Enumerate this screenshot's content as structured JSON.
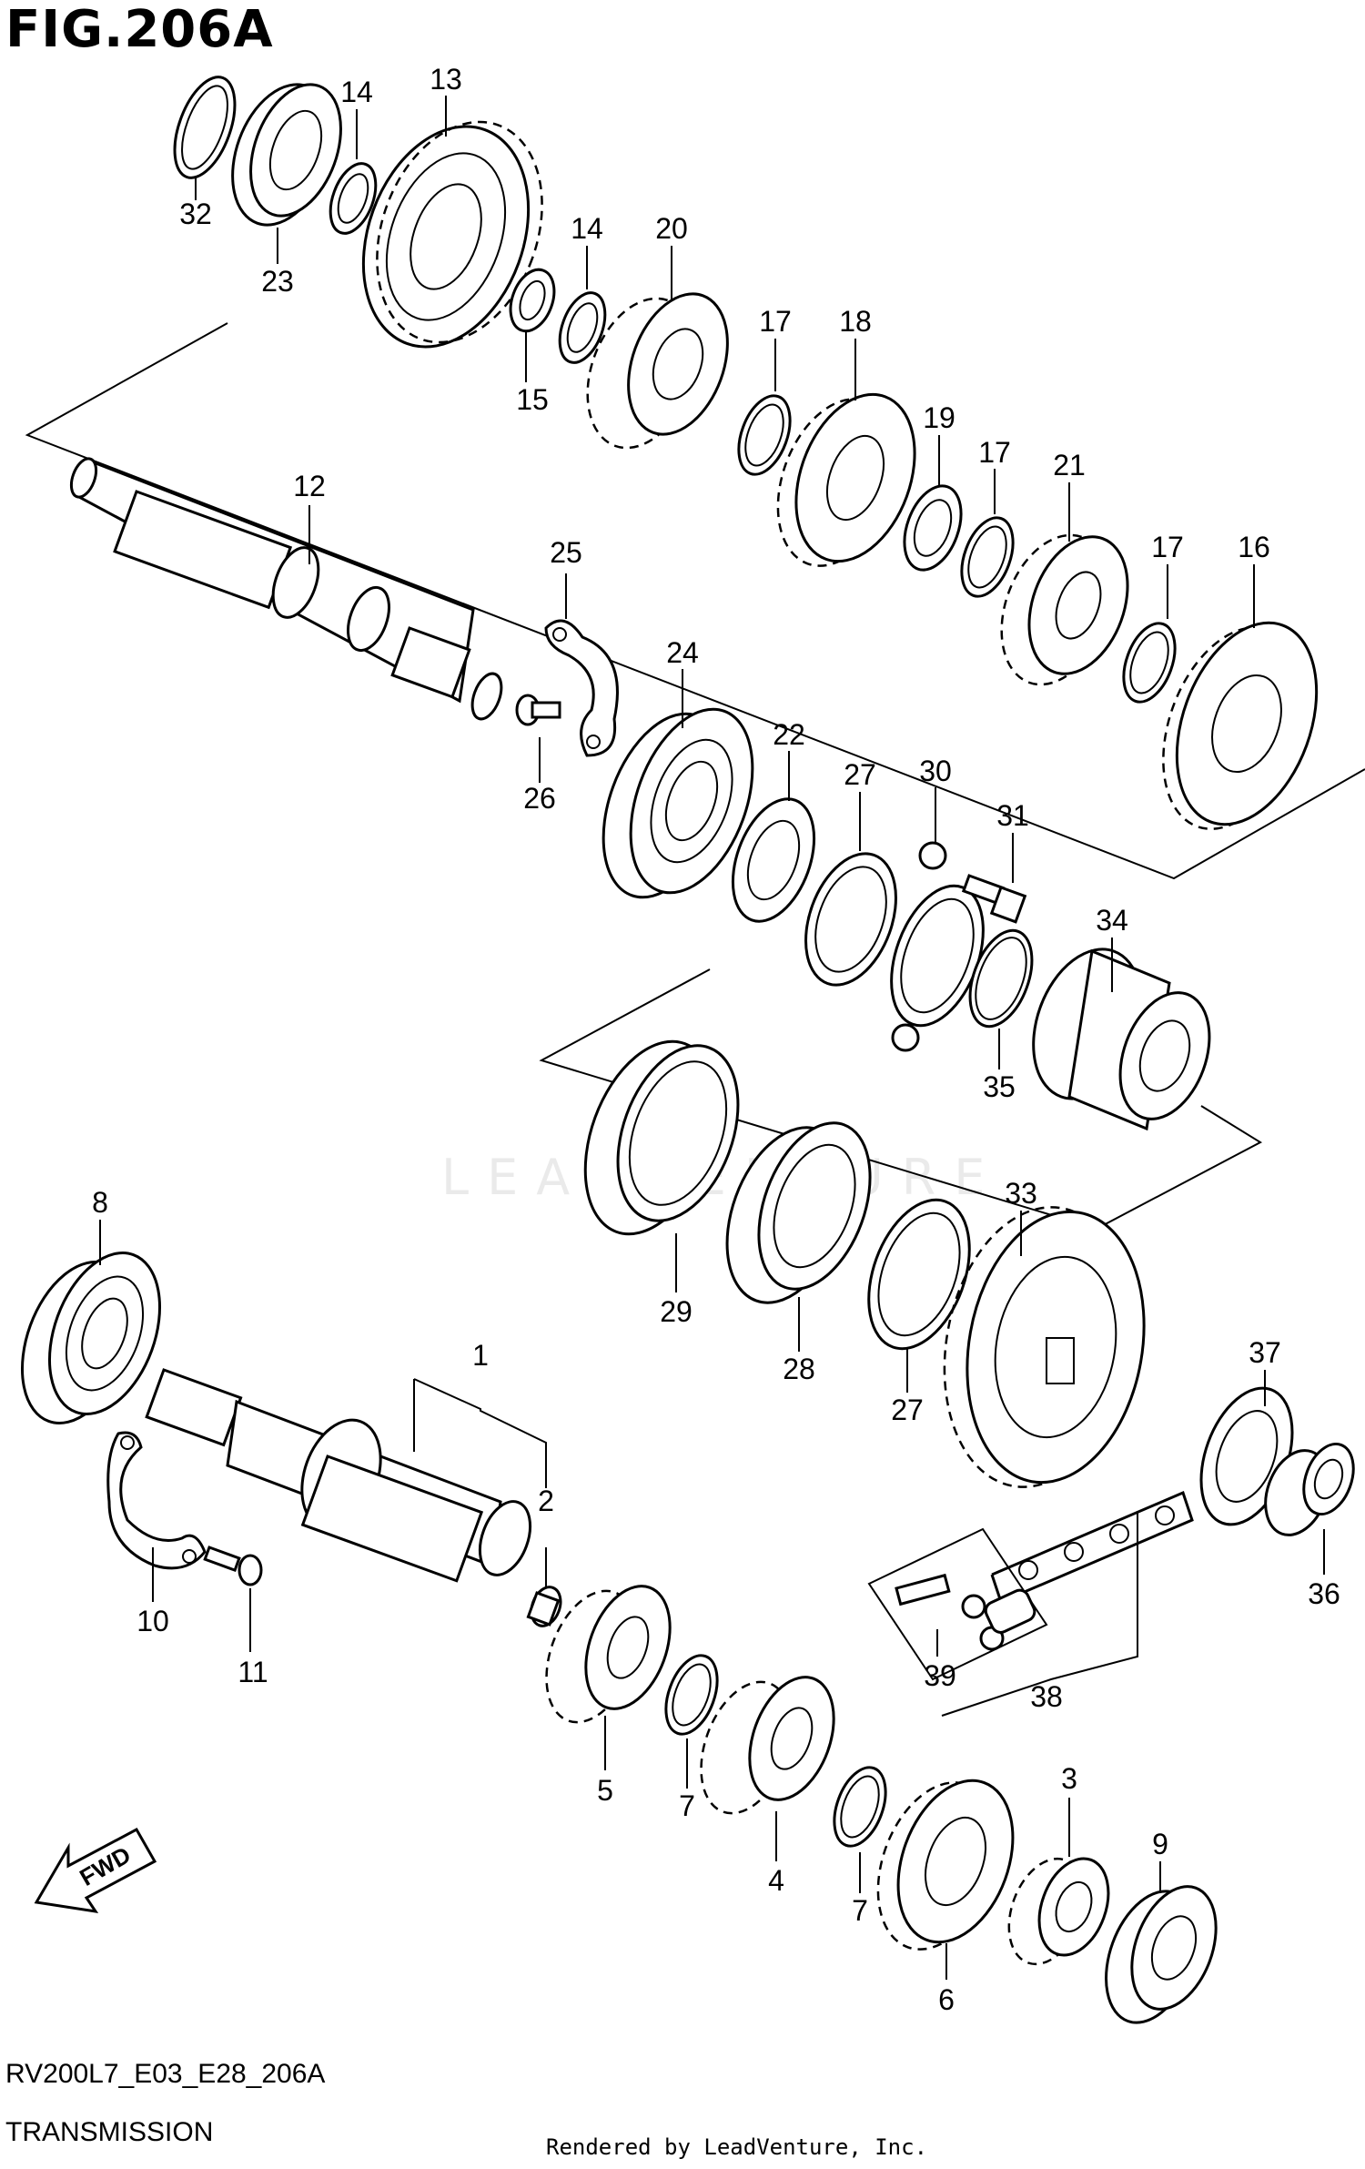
{
  "title": "FIG.206A",
  "diagram_code": "RV200L7_E03_E28_206A",
  "caption": "TRANSMISSION",
  "credit": "Rendered by LeadVenture, Inc.",
  "watermark": "LEADVENTURE",
  "fwd_label": "FWD",
  "callouts": {
    "c1": "1",
    "c2": "2",
    "c3": "3",
    "c4": "4",
    "c5": "5",
    "c6": "6",
    "c7a": "7",
    "c7b": "7",
    "c8": "8",
    "c9": "9",
    "c10": "10",
    "c11": "11",
    "c12": "12",
    "c13": "13",
    "c14a": "14",
    "c14b": "14",
    "c15": "15",
    "c16": "16",
    "c17a": "17",
    "c17b": "17",
    "c17c": "17",
    "c18": "18",
    "c19": "19",
    "c20": "20",
    "c21": "21",
    "c22": "22",
    "c23": "23",
    "c24": "24",
    "c25": "25",
    "c26": "26",
    "c27a": "27",
    "c27b": "27",
    "c28": "28",
    "c29": "29",
    "c30": "30",
    "c31": "31",
    "c32": "32",
    "c33": "33",
    "c34": "34",
    "c35": "35",
    "c36": "36",
    "c37": "37",
    "c38": "38",
    "c39": "39"
  }
}
